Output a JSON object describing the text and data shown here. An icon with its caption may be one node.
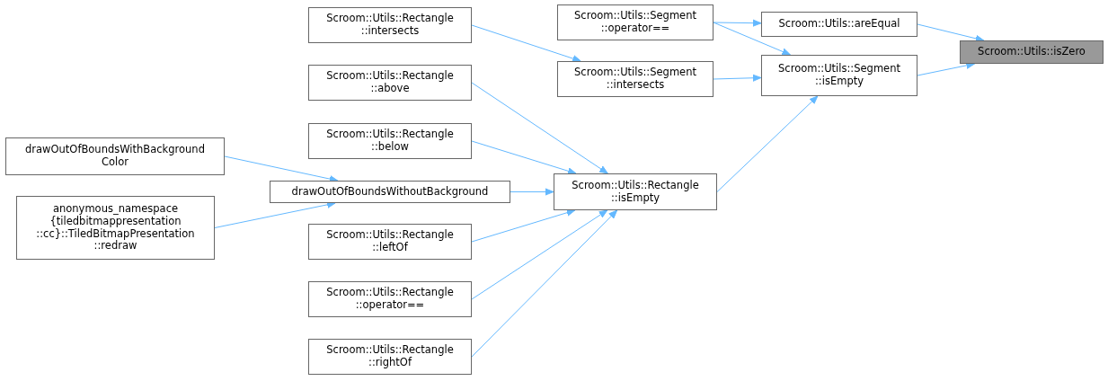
{
  "diagram": {
    "nodes": [
      {
        "text": [
          "Scroom::Utils::isZero"
        ]
      },
      {
        "text": [
          "Scroom::Utils::areEqual"
        ]
      },
      {
        "text": [
          "Scroom::Utils::Segment ::isEmpty"
        ]
      },
      {
        "text": [
          "Scroom::Utils::Segment ::operator=="
        ]
      },
      {
        "text": [
          "Scroom::Utils::Segment ::intersects"
        ]
      },
      {
        "text": [
          "Scroom::Utils::Rectangle ::intersects"
        ]
      },
      {
        "text": [
          "Scroom::Utils::Rectangle ::isEmpty"
        ]
      },
      {
        "text": [
          "Scroom::Utils::Rectangle ::above"
        ]
      },
      {
        "text": [
          "Scroom::Utils::Rectangle ::below"
        ]
      },
      {
        "text": [
          "drawOutOfBoundsWithoutBackground"
        ]
      },
      {
        "text": [
          "Scroom::Utils::Rectangle ::leftOf"
        ]
      },
      {
        "text": [
          "Scroom::Utils::Rectangle ::operator=="
        ]
      },
      {
        "text": [
          "Scroom::Utils::Rectangle ::rightOf"
        ]
      },
      {
        "text": [
          "drawOutOfBoundsWithBackground Color"
        ]
      },
      {
        "text": [
          "anonymous_namespace {tiledbitmappresentation ::cc}::TiledBitmapPresentation ::redraw"
        ]
      }
    ],
    "edges": [
      {
        "from": 1,
        "to": 0,
        "arrow": "to"
      },
      {
        "from": 2,
        "to": 0,
        "arrow": "to"
      },
      {
        "from": 3,
        "to": 1,
        "arrow": "to"
      },
      {
        "from": 3,
        "to": 2,
        "arrow": "to"
      },
      {
        "from": 4,
        "to": 2,
        "arrow": "to"
      },
      {
        "from": 5,
        "to": 4,
        "arrow": "to"
      },
      {
        "from": 6,
        "to": 2,
        "arrow": "to"
      },
      {
        "from": 7,
        "to": 6,
        "arrow": "to"
      },
      {
        "from": 8,
        "to": 6,
        "arrow": "to"
      },
      {
        "from": 9,
        "to": 6,
        "arrow": "to"
      },
      {
        "from": 10,
        "to": 6,
        "arrow": "to"
      },
      {
        "from": 11,
        "to": 6,
        "arrow": "to"
      },
      {
        "from": 12,
        "to": 6,
        "arrow": "to"
      },
      {
        "from": 13,
        "to": 9,
        "arrow": "to"
      },
      {
        "from": 14,
        "to": 9,
        "arrow": "to"
      }
    ]
  }
}
